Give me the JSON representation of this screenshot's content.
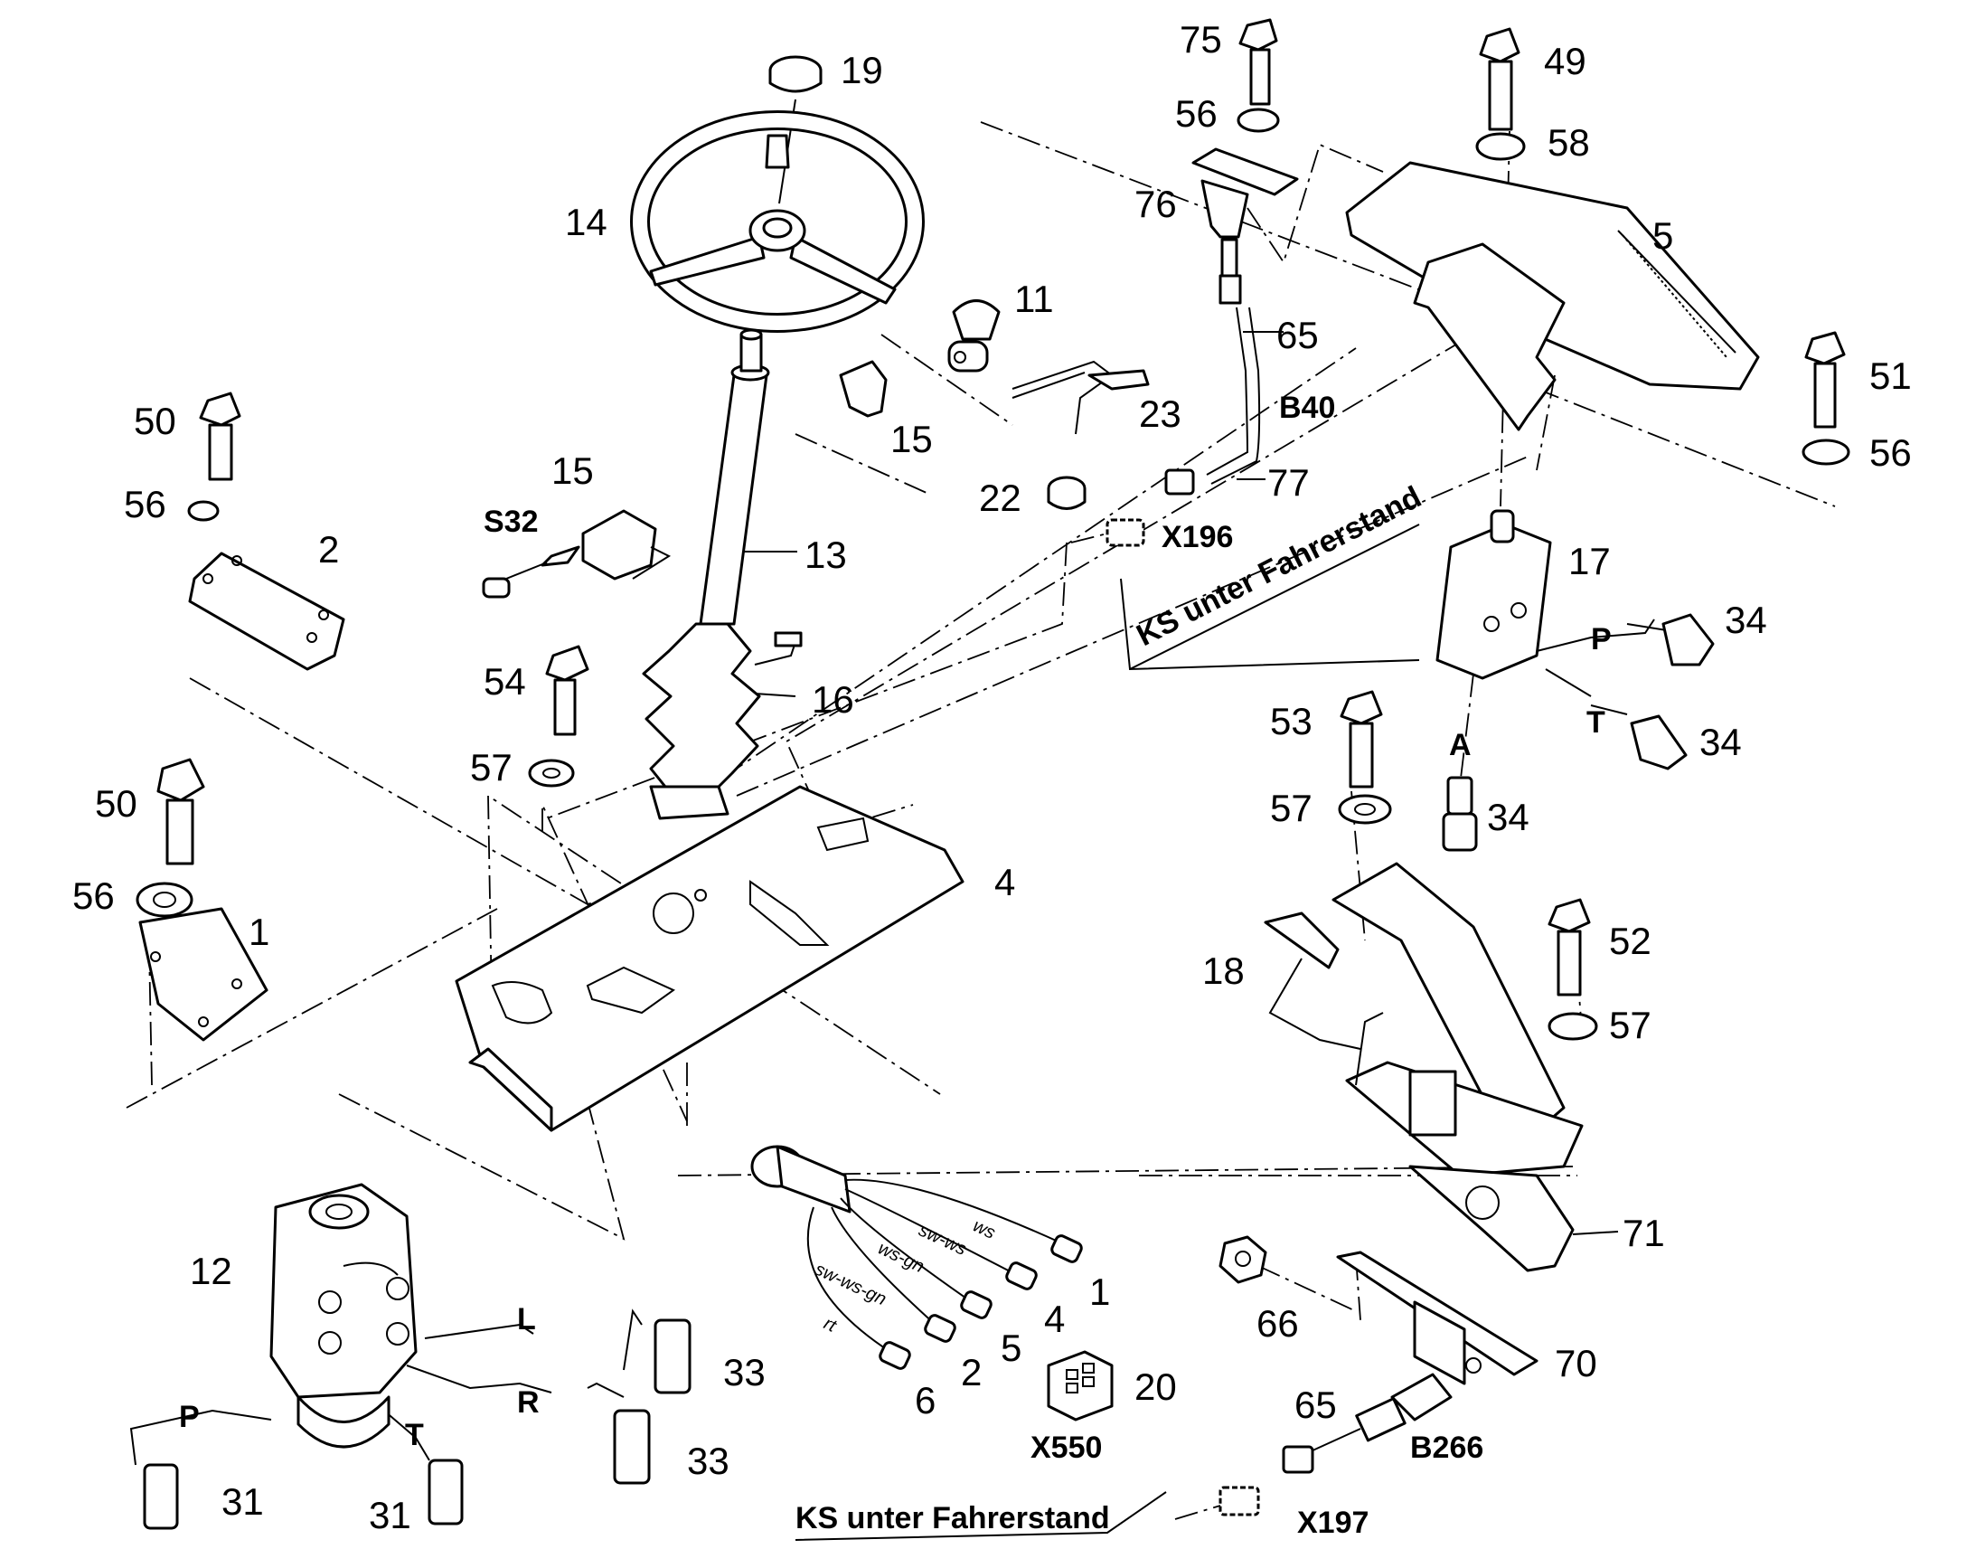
{
  "diagram": {
    "part_numbers": [
      {
        "key": "p19",
        "text": "19"
      },
      {
        "key": "p14",
        "text": "14"
      },
      {
        "key": "p11",
        "text": "11"
      },
      {
        "key": "p15a",
        "text": "15"
      },
      {
        "key": "p15b",
        "text": "15"
      },
      {
        "key": "p13",
        "text": "13"
      },
      {
        "key": "p16",
        "text": "16"
      },
      {
        "key": "p50a",
        "text": "50"
      },
      {
        "key": "p56a",
        "text": "56"
      },
      {
        "key": "p2",
        "text": "2"
      },
      {
        "key": "p54",
        "text": "54"
      },
      {
        "key": "p57a",
        "text": "57"
      },
      {
        "key": "p50b",
        "text": "50"
      },
      {
        "key": "p56b",
        "text": "56"
      },
      {
        "key": "p1",
        "text": "1"
      },
      {
        "key": "p4",
        "text": "4"
      },
      {
        "key": "p12",
        "text": "12"
      },
      {
        "key": "p31a",
        "text": "31"
      },
      {
        "key": "p31b",
        "text": "31"
      },
      {
        "key": "p33a",
        "text": "33"
      },
      {
        "key": "p33b",
        "text": "33"
      },
      {
        "key": "p75",
        "text": "75"
      },
      {
        "key": "p56c",
        "text": "56"
      },
      {
        "key": "p76",
        "text": "76"
      },
      {
        "key": "p65a",
        "text": "65"
      },
      {
        "key": "p23",
        "text": "23"
      },
      {
        "key": "p22",
        "text": "22"
      },
      {
        "key": "p77",
        "text": "77"
      },
      {
        "key": "p49",
        "text": "49"
      },
      {
        "key": "p58",
        "text": "58"
      },
      {
        "key": "p5",
        "text": "5"
      },
      {
        "key": "p51",
        "text": "51"
      },
      {
        "key": "p56d",
        "text": "56"
      },
      {
        "key": "p17",
        "text": "17"
      },
      {
        "key": "p34a",
        "text": "34"
      },
      {
        "key": "p34b",
        "text": "34"
      },
      {
        "key": "p34c",
        "text": "34"
      },
      {
        "key": "p53",
        "text": "53"
      },
      {
        "key": "p57b",
        "text": "57"
      },
      {
        "key": "p52",
        "text": "52"
      },
      {
        "key": "p57c",
        "text": "57"
      },
      {
        "key": "p18",
        "text": "18"
      },
      {
        "key": "p71",
        "text": "71"
      },
      {
        "key": "p66",
        "text": "66"
      },
      {
        "key": "p70",
        "text": "70"
      },
      {
        "key": "p65b",
        "text": "65"
      },
      {
        "key": "p20",
        "text": "20"
      },
      {
        "key": "w1",
        "text": "1"
      },
      {
        "key": "w4",
        "text": "4"
      },
      {
        "key": "w5",
        "text": "5"
      },
      {
        "key": "w2",
        "text": "2"
      },
      {
        "key": "w6",
        "text": "6"
      }
    ],
    "codes": [
      {
        "key": "s32",
        "text": "S32"
      },
      {
        "key": "b40",
        "text": "B40"
      },
      {
        "key": "x196",
        "text": "X196"
      },
      {
        "key": "x550",
        "text": "X550"
      },
      {
        "key": "b266",
        "text": "B266"
      },
      {
        "key": "x197",
        "text": "X197"
      }
    ],
    "ports": [
      {
        "key": "L",
        "text": "L"
      },
      {
        "key": "R",
        "text": "R"
      },
      {
        "key": "P1",
        "text": "P"
      },
      {
        "key": "T1",
        "text": "T"
      },
      {
        "key": "P2",
        "text": "P"
      },
      {
        "key": "T2",
        "text": "T"
      },
      {
        "key": "A",
        "text": "A"
      }
    ],
    "wire_colors": [
      {
        "key": "ws",
        "text": "ws"
      },
      {
        "key": "swws",
        "text": "sw-ws"
      },
      {
        "key": "wsgn",
        "text": "ws-gn"
      },
      {
        "key": "swwsgn",
        "text": "sw-ws-gn"
      },
      {
        "key": "rt",
        "text": "rt"
      }
    ],
    "notes": {
      "ks_upper": "KS unter Fahrerstand",
      "ks_lower": "KS unter Fahrerstand"
    }
  }
}
